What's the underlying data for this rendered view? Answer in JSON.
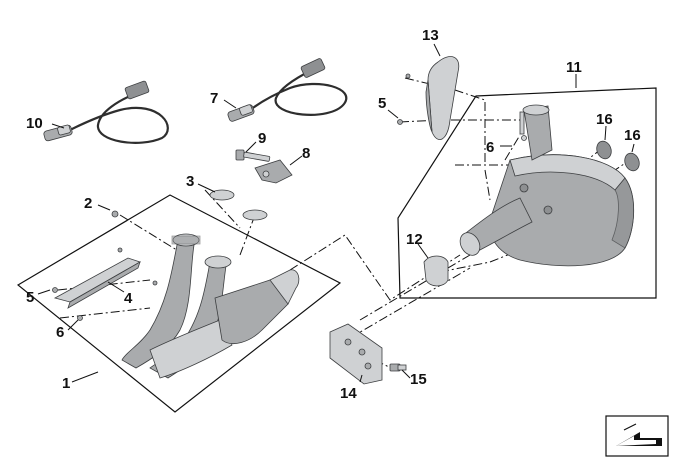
{
  "callouts": {
    "c1": "1",
    "c2": "2",
    "c3": "3",
    "c4": "4",
    "c5a": "5",
    "c5b": "5",
    "c6a": "6",
    "c6b": "6",
    "c7": "7",
    "c8": "8",
    "c9": "9",
    "c10": "10",
    "c11": "11",
    "c12": "12",
    "c13": "13",
    "c14": "14",
    "c15": "15",
    "c16a": "16",
    "c16b": "16"
  },
  "icons": {
    "corner": "arrow-direction-icon"
  },
  "colors": {
    "metal": "#a9abad",
    "line": "#111111"
  }
}
